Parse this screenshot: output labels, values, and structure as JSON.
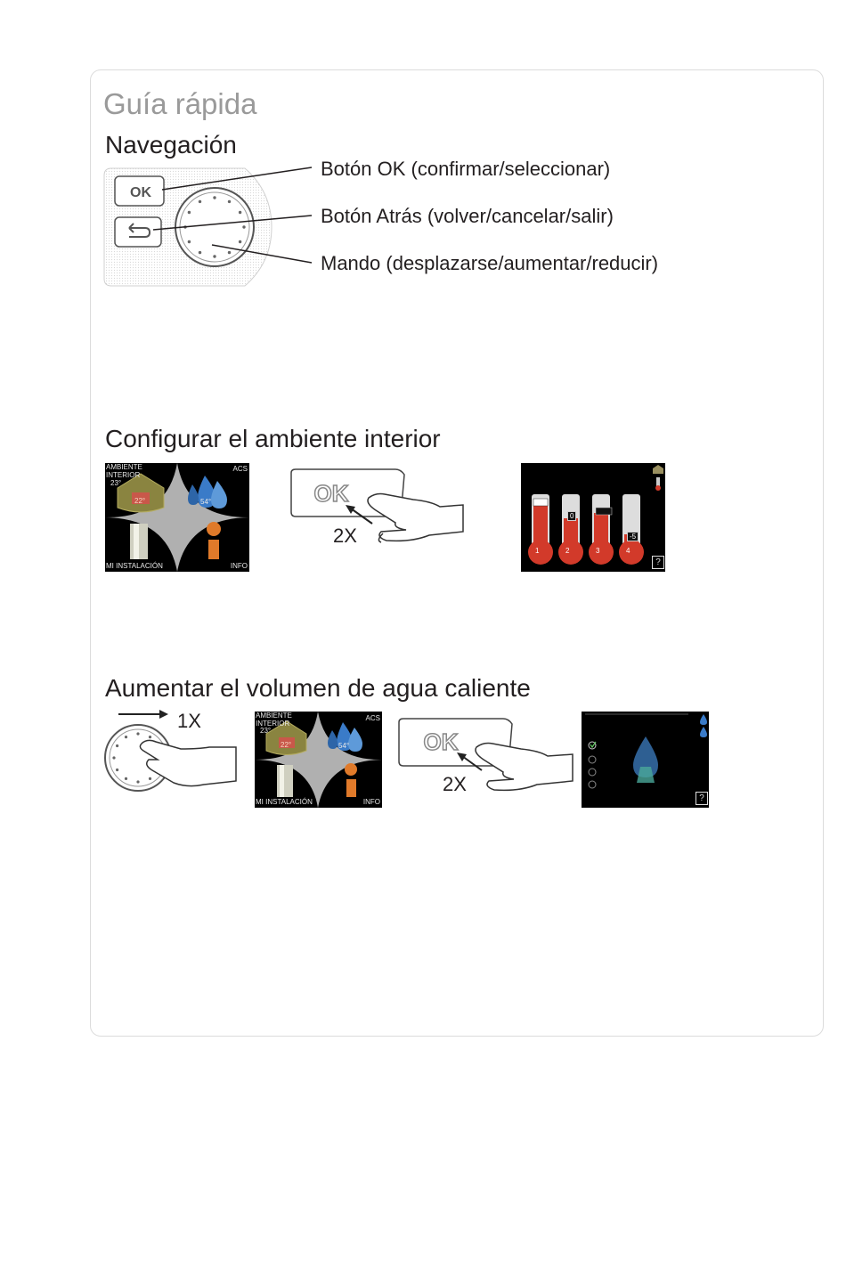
{
  "title": "Guía rápida",
  "navigation": {
    "heading": "Navegación",
    "ok_key": "OK",
    "labels": {
      "ok": "Botón OK (confirmar/seleccionar)",
      "back": "Botón Atrás (volver/cancelar/salir)",
      "dial": "Mando (desplazarse/aumentar/reducir)"
    }
  },
  "indoor": {
    "heading": "Configurar el ambiente interior",
    "screen": {
      "ambiente": "AMBIENTE INTERIOR",
      "acs": "ACS",
      "instalacion": "MI INSTALACIÓN",
      "info": "INFO",
      "room_temp": "23°",
      "house_temp": "22°",
      "water_temp": "54°"
    },
    "ok_key": "OK",
    "press_count": "2X",
    "thermometers": [
      "1",
      "2",
      "3",
      "4"
    ],
    "thermo_values": [
      "0",
      "-5"
    ],
    "help": "?"
  },
  "hotwater": {
    "heading": "Aumentar el volumen de agua caliente",
    "turn_count": "1X",
    "screen": {
      "ambiente": "AMBIENTE INTERIOR",
      "acs": "ACS",
      "instalacion": "MI INSTALACIÓN",
      "info": "INFO",
      "room_temp": "23°",
      "house_temp": "22°",
      "water_temp": "54°"
    },
    "ok_key": "OK",
    "press_count": "2X",
    "help": "?"
  }
}
